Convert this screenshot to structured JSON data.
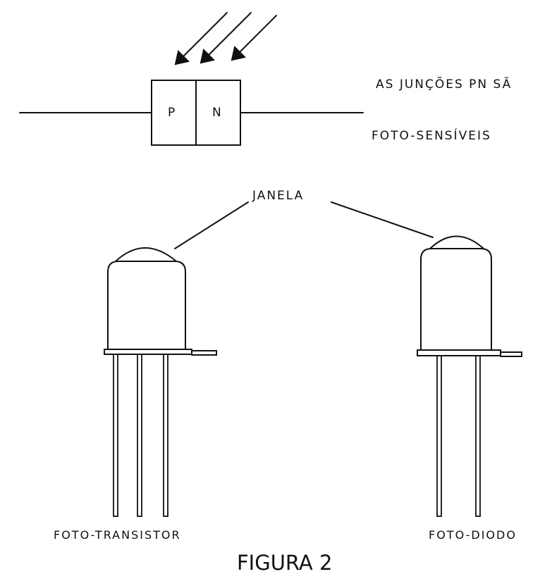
{
  "junction": {
    "p_label": "P",
    "n_label": "N",
    "note_line1": "AS JUNÇÕES PN SÃ",
    "note_line2": "FOTO-SENSÍVEIS"
  },
  "window_label": "JANELA",
  "phototransistor": {
    "label": "FOTO-TRANSISTOR",
    "leads": 3
  },
  "photodiode": {
    "label": "FOTO-DIODO",
    "leads": 2
  },
  "caption": "FIGURA 2",
  "colors": {
    "ink": "#111111",
    "paper": "#ffffff"
  }
}
